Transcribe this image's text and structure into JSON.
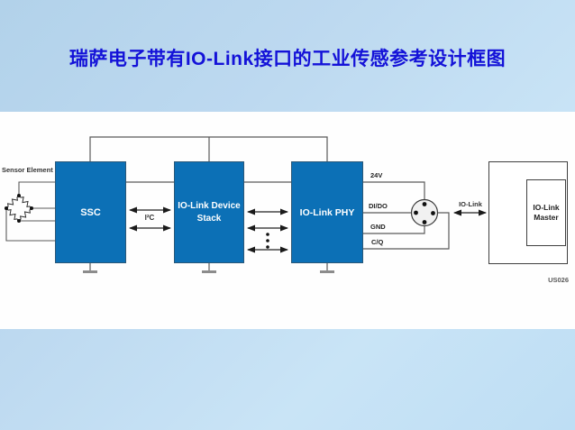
{
  "title": "瑞萨电子带有IO-Link接口的工业传感参考设计框图",
  "diagram": {
    "sensor_label": "Sensor Element",
    "blocks": {
      "ssc": "SSC",
      "stack": "IO-Link Device\nStack",
      "phy": "IO-Link PHY"
    },
    "i2c_label": "I²C",
    "signals": [
      "24V",
      "DI/DO",
      "GND",
      "C/Q"
    ],
    "iolink_label": "IO-Link",
    "master_text": "IO-Link\nMaster",
    "figure_id": "US026"
  },
  "colors": {
    "block_blue": "#0C70B6",
    "title_blue": "#1412D8",
    "wire_gray": "#5A5A5A",
    "background_blue": "#BDD9F0",
    "band_white": "#FEFEFE"
  }
}
